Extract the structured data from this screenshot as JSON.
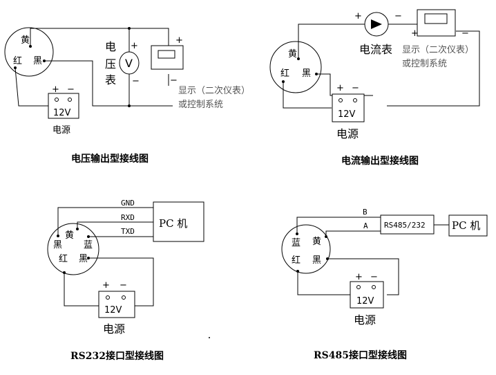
{
  "common": {
    "yellow": "黄",
    "red": "红",
    "black": "黑",
    "blue": "蓝",
    "plus": "+",
    "minus": "−",
    "v12": "12V",
    "power": "电源"
  },
  "voltage": {
    "caption": "电压输出型接线图",
    "meter_label": [
      "电",
      "压",
      "表"
    ],
    "meter_symbol": "V",
    "display_line1": "显示（二次仪表）",
    "display_line2": "或控制系统"
  },
  "current": {
    "caption": "电流输出型接线图",
    "meter_label": "电流表",
    "display_line1": "显示（二次仪表）",
    "display_line2": "或控制系统"
  },
  "rs232": {
    "caption": "RS232接口型接线图",
    "gnd": "GND",
    "rxd": "RXD",
    "txd": "TXD",
    "pc": "PC 机"
  },
  "rs485": {
    "caption": "RS485接口型接线图",
    "b": "B",
    "a": "A",
    "conv": "RS485/232",
    "pc": "PC 机"
  }
}
